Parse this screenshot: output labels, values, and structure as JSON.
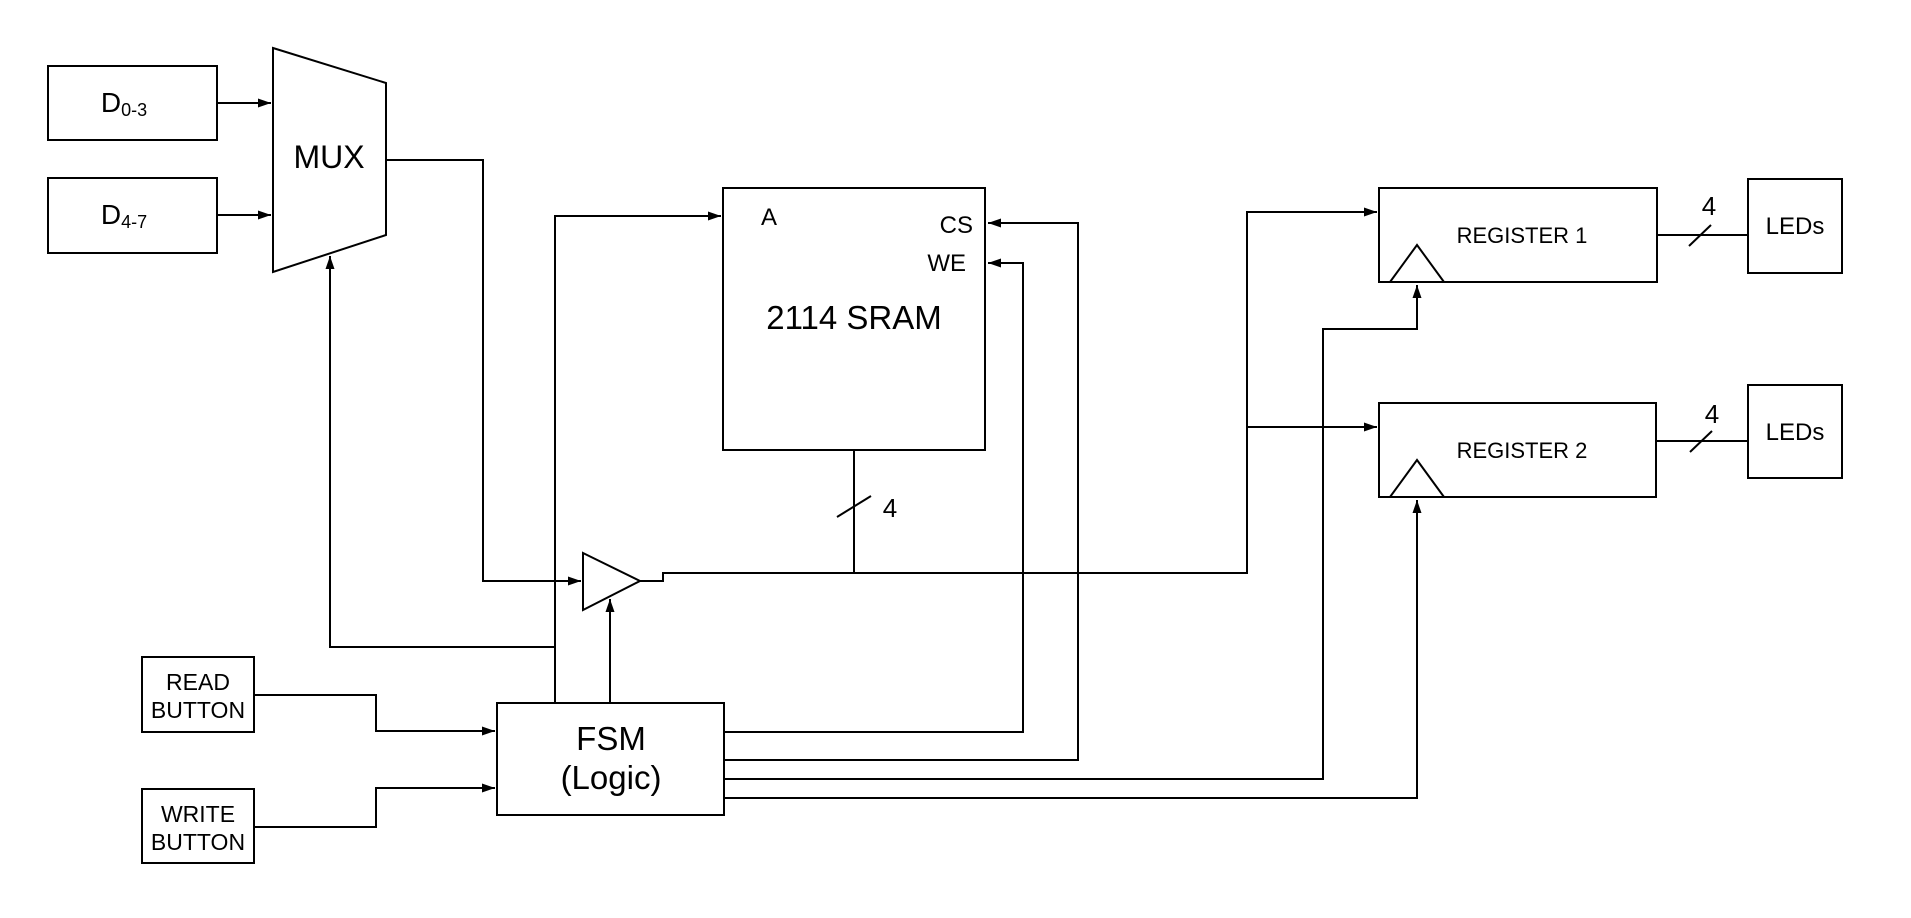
{
  "diagram": {
    "background": "#ffffff",
    "stroke_color": "#000000",
    "blocks": {
      "d0_3": {
        "main": "D",
        "sub": "0-3"
      },
      "d4_7": {
        "main": "D",
        "sub": "4-7"
      },
      "mux": {
        "label": "MUX"
      },
      "sram": {
        "label": "2114 SRAM",
        "pin_a": "A",
        "pin_cs": "CS",
        "pin_we": "WE"
      },
      "fsm": {
        "line1": "FSM",
        "line2": "(Logic)"
      },
      "read_button": {
        "line1": "READ",
        "line2": "BUTTON"
      },
      "write_button": {
        "line1": "WRITE",
        "line2": "BUTTON"
      },
      "register1": {
        "label": "REGISTER 1"
      },
      "register2": {
        "label": "REGISTER 2"
      },
      "leds1": {
        "label": "LEDs"
      },
      "leds2": {
        "label": "LEDs"
      }
    },
    "bus_width_labels": {
      "sram_data": "4",
      "register1_out": "4",
      "register2_out": "4"
    }
  }
}
